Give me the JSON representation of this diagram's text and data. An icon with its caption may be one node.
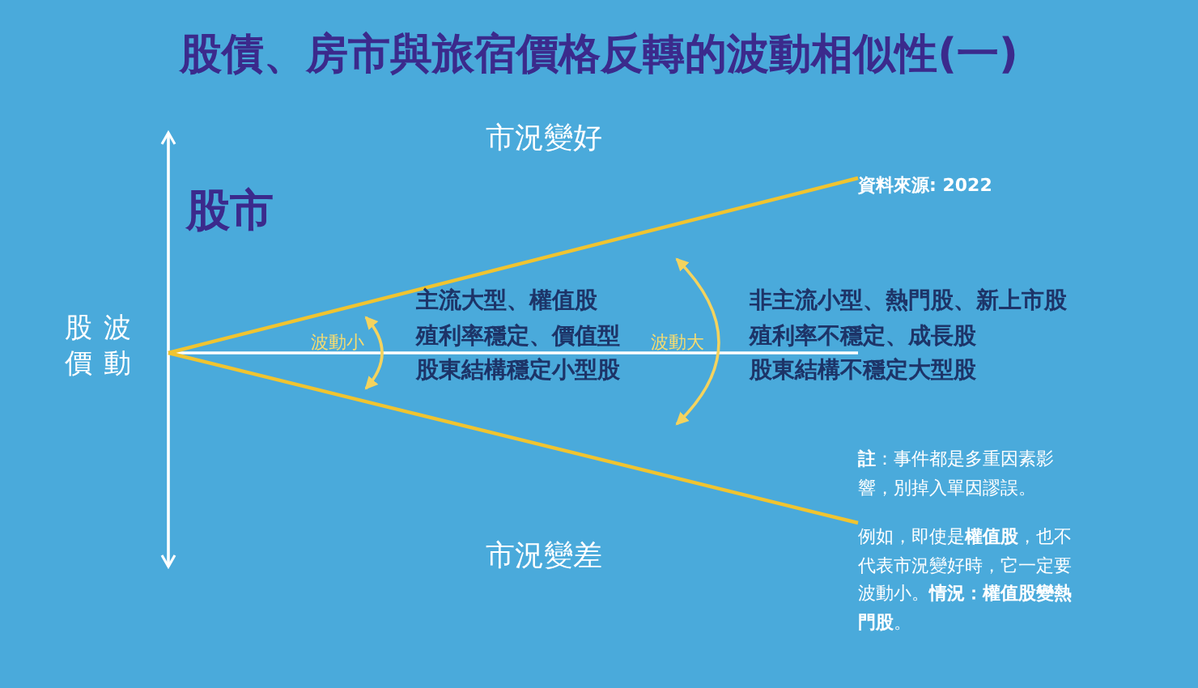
{
  "diagram": {
    "title": "股債、房市與旅宿價格反轉的波動相似性(一)",
    "labels": [
      "市況變好",
      "股市",
      "股價波動",
      "波動小",
      "主流大型、權值股",
      "殖利率穩定、價值型",
      "股東結構穩定小型股",
      "波動大",
      "非主流小型、熱門股、新上市股",
      "殖利率不穩定、成長股",
      "股東結構不穩定大型股",
      "資料來源: 2022",
      "市況變差",
      "**註**：事件都是多重因素影響，別掉入單因謬誤。",
      "例如，即使是**權值股**，也不代表市況變好時，它一定要波動小。**情況：權值股變熱門股**。"
    ]
  }
}
